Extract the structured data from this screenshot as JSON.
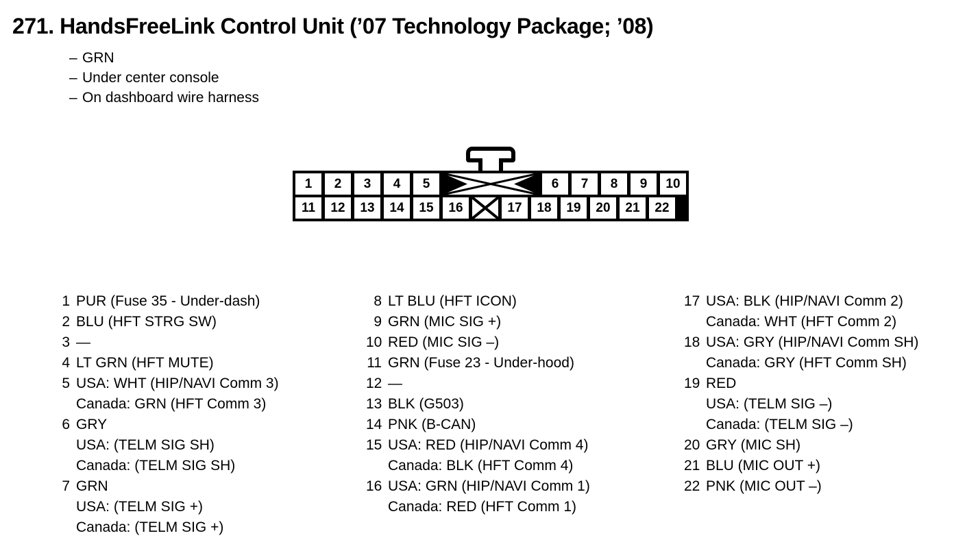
{
  "title": "271. HandsFreeLink Control Unit (’07 Technology Package; ’08)",
  "notes": {
    "dash": "–",
    "items": [
      "GRN",
      "Under center console",
      "On dashboard wire harness"
    ]
  },
  "connector": {
    "top_row": [
      "1",
      "2",
      "3",
      "4",
      "5",
      "",
      "6",
      "7",
      "8",
      "9",
      "10"
    ],
    "bottom_row": [
      "11",
      "12",
      "13",
      "14",
      "15",
      "16",
      "",
      "17",
      "18",
      "19",
      "20",
      "21",
      "22"
    ],
    "blank_top_index": 5,
    "blank_bottom_index": 6,
    "latch": "connector-latch"
  },
  "pins": {
    "column1": [
      {
        "num": "1",
        "lines": [
          "PUR (Fuse 35 - Under-dash)"
        ]
      },
      {
        "num": "2",
        "lines": [
          "BLU (HFT STRG SW)"
        ]
      },
      {
        "num": "3",
        "lines": [
          "—"
        ]
      },
      {
        "num": "4",
        "lines": [
          "LT GRN (HFT MUTE)"
        ]
      },
      {
        "num": "5",
        "lines": [
          "USA: WHT (HIP/NAVI Comm 3)",
          "Canada: GRN (HFT Comm 3)"
        ]
      },
      {
        "num": "6",
        "lines": [
          "GRY",
          "USA: (TELM SIG SH)",
          "Canada: (TELM SIG SH)"
        ]
      },
      {
        "num": "7",
        "lines": [
          "GRN",
          "USA: (TELM SIG +)",
          "Canada: (TELM SIG +)"
        ]
      }
    ],
    "column2": [
      {
        "num": "8",
        "lines": [
          "LT BLU (HFT ICON)"
        ]
      },
      {
        "num": "9",
        "lines": [
          "GRN (MIC SIG +)"
        ]
      },
      {
        "num": "10",
        "lines": [
          "RED (MIC SIG –)"
        ]
      },
      {
        "num": "11",
        "lines": [
          "GRN (Fuse 23 - Under-hood)"
        ]
      },
      {
        "num": "12",
        "lines": [
          "—"
        ]
      },
      {
        "num": "13",
        "lines": [
          "BLK (G503)"
        ]
      },
      {
        "num": "14",
        "lines": [
          "PNK (B-CAN)"
        ]
      },
      {
        "num": "15",
        "lines": [
          "USA: RED (HIP/NAVI Comm 4)",
          "Canada: BLK (HFT Comm 4)"
        ]
      },
      {
        "num": "16",
        "lines": [
          "USA: GRN (HIP/NAVI Comm 1)",
          "Canada: RED (HFT Comm 1)"
        ]
      }
    ],
    "column3": [
      {
        "num": "17",
        "lines": [
          "USA: BLK (HIP/NAVI Comm 2)",
          "Canada: WHT (HFT Comm 2)"
        ]
      },
      {
        "num": "18",
        "lines": [
          "USA: GRY (HIP/NAVI Comm SH)",
          "Canada: GRY (HFT Comm SH)"
        ]
      },
      {
        "num": "19",
        "lines": [
          "RED",
          "USA: (TELM SIG –)",
          "Canada: (TELM SIG –)"
        ]
      },
      {
        "num": "20",
        "lines": [
          "GRY (MIC SH)"
        ]
      },
      {
        "num": "21",
        "lines": [
          "BLU (MIC OUT +)"
        ]
      },
      {
        "num": "22",
        "lines": [
          "PNK (MIC OUT –)"
        ]
      }
    ]
  }
}
